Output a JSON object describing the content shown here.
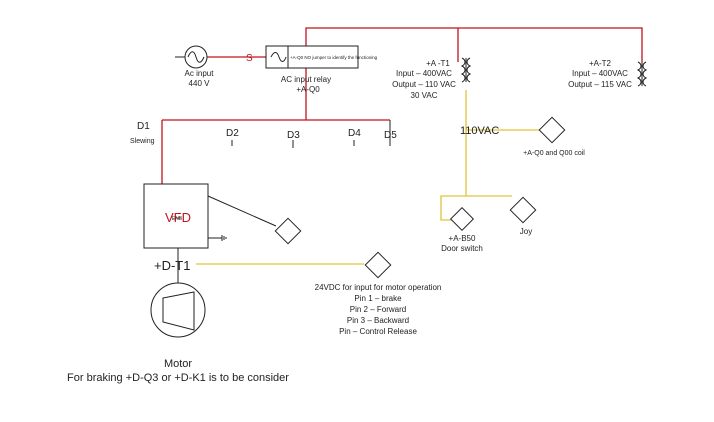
{
  "ac_input": {
    "label": "Ac input",
    "voltage": "440 V",
    "s_mark": "S"
  },
  "relay": {
    "inner_note": "+A-Q0 NO jumper to identify the functioning",
    "label": "AC input relay",
    "tag": "+A-Q0"
  },
  "drives": {
    "d1": "D1",
    "d1_sub": "Slewing",
    "d2": "D2",
    "d3": "D3",
    "d4": "D4",
    "d5": "D5"
  },
  "transformer_t1": {
    "tag": "+A -T1",
    "line1": "Input – 400VAC",
    "line2": "Output – 110 VAC",
    "line3": "30 VAC"
  },
  "transformer_t2": {
    "tag": "+A-T2",
    "line1": "Input – 400VAC",
    "line2": "Output – 115 VAC"
  },
  "bus_110": "110VAC",
  "coil_label": "+A-Q0 and Q00 coil",
  "door_switch": {
    "tag": "+A-B50",
    "label": "Door switch"
  },
  "joy_label": "Joy",
  "vfd": {
    "label": "VFD",
    "tag": "+D-T1",
    "small": "ENB"
  },
  "io_note": {
    "title": "24VDC for input for  motor operation",
    "pin1": "Pin 1 – brake",
    "pin2": "Pin 2 – Forward",
    "pin3": "Pin 3 – Backward",
    "pin4": "Pin – Control Release"
  },
  "motor": {
    "label": "Motor",
    "note": "For braking +D-Q3 or +D-K1 is to be consider"
  }
}
